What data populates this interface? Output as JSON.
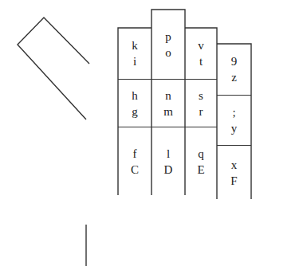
{
  "diagram": {
    "nodes": [
      {
        "text": [
          "k",
          "i"
        ]
      },
      {
        "text": [
          "p",
          "o"
        ]
      },
      {
        "text": [
          "v",
          "t"
        ]
      },
      {
        "text": [
          "9",
          "z"
        ]
      },
      {
        "text": [
          "h",
          "g"
        ]
      },
      {
        "text": [
          "n",
          "m"
        ]
      },
      {
        "text": [
          "s",
          "r"
        ]
      },
      {
        "text": [
          ";",
          "y"
        ]
      },
      {
        "text": [
          "f",
          "C"
        ]
      },
      {
        "text": [
          "l",
          "D"
        ]
      },
      {
        "text": [
          "q",
          "E"
        ]
      },
      {
        "text": [
          "x",
          "F"
        ]
      }
    ]
  }
}
